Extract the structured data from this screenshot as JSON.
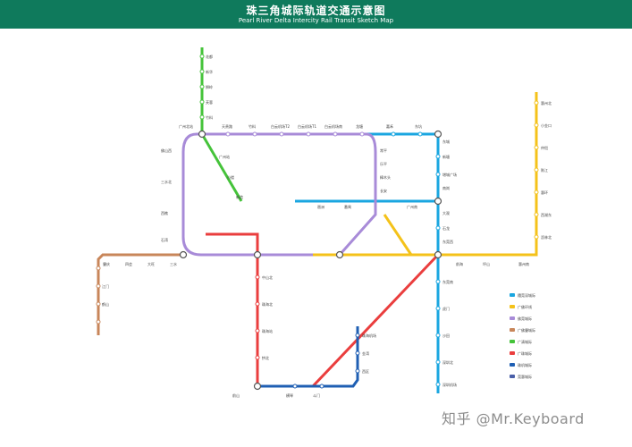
{
  "header": {
    "title_zh": "珠三角城际轨道交通示意图",
    "title_en": "Pearl River Delta Intercity Rail Transit Sketch Map"
  },
  "watermark": "知乎 @Mr.Keyboard",
  "colors": {
    "header_bg": "#0f7a5c",
    "line_purple": "#a88bd8",
    "line_blue": "#1aa6e0",
    "line_yellow": "#f4c21a",
    "line_orange": "#c8865a",
    "line_green": "#45c33a",
    "line_red": "#ea3e3e",
    "line_darkblue": "#1f5fb3"
  },
  "stations": {
    "s1": "花都",
    "s2": "新华",
    "s3": "狮岭",
    "s4": "芙蓉",
    "s5": "广州北站",
    "s6": "天贵路",
    "s7": "竹料",
    "s8": "白云机场T2",
    "s9": "白云机场T1",
    "s10": "白云机场南",
    "s11": "竹料",
    "s12": "龙塘",
    "s13": "嘉禾",
    "s14": "广州站",
    "s15": "东坑",
    "s16": "小楼",
    "s17": "东城",
    "s18": "新塘",
    "s19": "增城广场",
    "s20": "南岗",
    "s21": "大观",
    "s22": "石龙",
    "s23": "东莞西",
    "s24": "常平",
    "s25": "乐平",
    "s26": "佛山西",
    "s27": "三水北",
    "s28": "西樵",
    "s29": "石湾",
    "s30": "惠州北",
    "s31": "仲恺",
    "s32": "陈江",
    "s33": "惠环",
    "s34": "西湖东",
    "s35": "沥林北",
    "s36": "樟木头",
    "s37": "小金口",
    "s38": "长安",
    "s39": "广州南",
    "s40": "番禺",
    "s41": "琶洲",
    "s42": "新造",
    "s43": "珠海北",
    "s44": "中山北",
    "s45": "江门",
    "s46": "鹤山",
    "s47": "肇庆",
    "s48": "四会",
    "s49": "大旺",
    "s50": "三水",
    "s51": "珠海站",
    "s52": "拱北",
    "s53": "前山",
    "s54": "横琴",
    "s55": "斗门",
    "s56": "珠海机场",
    "s57": "金湾",
    "s58": "西区",
    "s59": "深圳北",
    "s60": "前海",
    "s61": "坪山",
    "s62": "惠州南",
    "s63": "东莞南",
    "s64": "虎门",
    "s65": "沙田",
    "s66": "深圳机场"
  },
  "legend": [
    {
      "label": "穗莞深城际",
      "color": "#1aa6e0"
    },
    {
      "label": "广佛环线",
      "color": "#f4c21a"
    },
    {
      "label": "佛莞城际",
      "color": "#a88bd8"
    },
    {
      "label": "广佛肇城际",
      "color": "#c8865a"
    },
    {
      "label": "广清城际",
      "color": "#45c33a"
    },
    {
      "label": "广珠城际",
      "color": "#ea3e3e"
    },
    {
      "label": "珠机城际",
      "color": "#1f5fb3"
    },
    {
      "label": "莞惠城际",
      "color": "#4a5fa8"
    }
  ]
}
